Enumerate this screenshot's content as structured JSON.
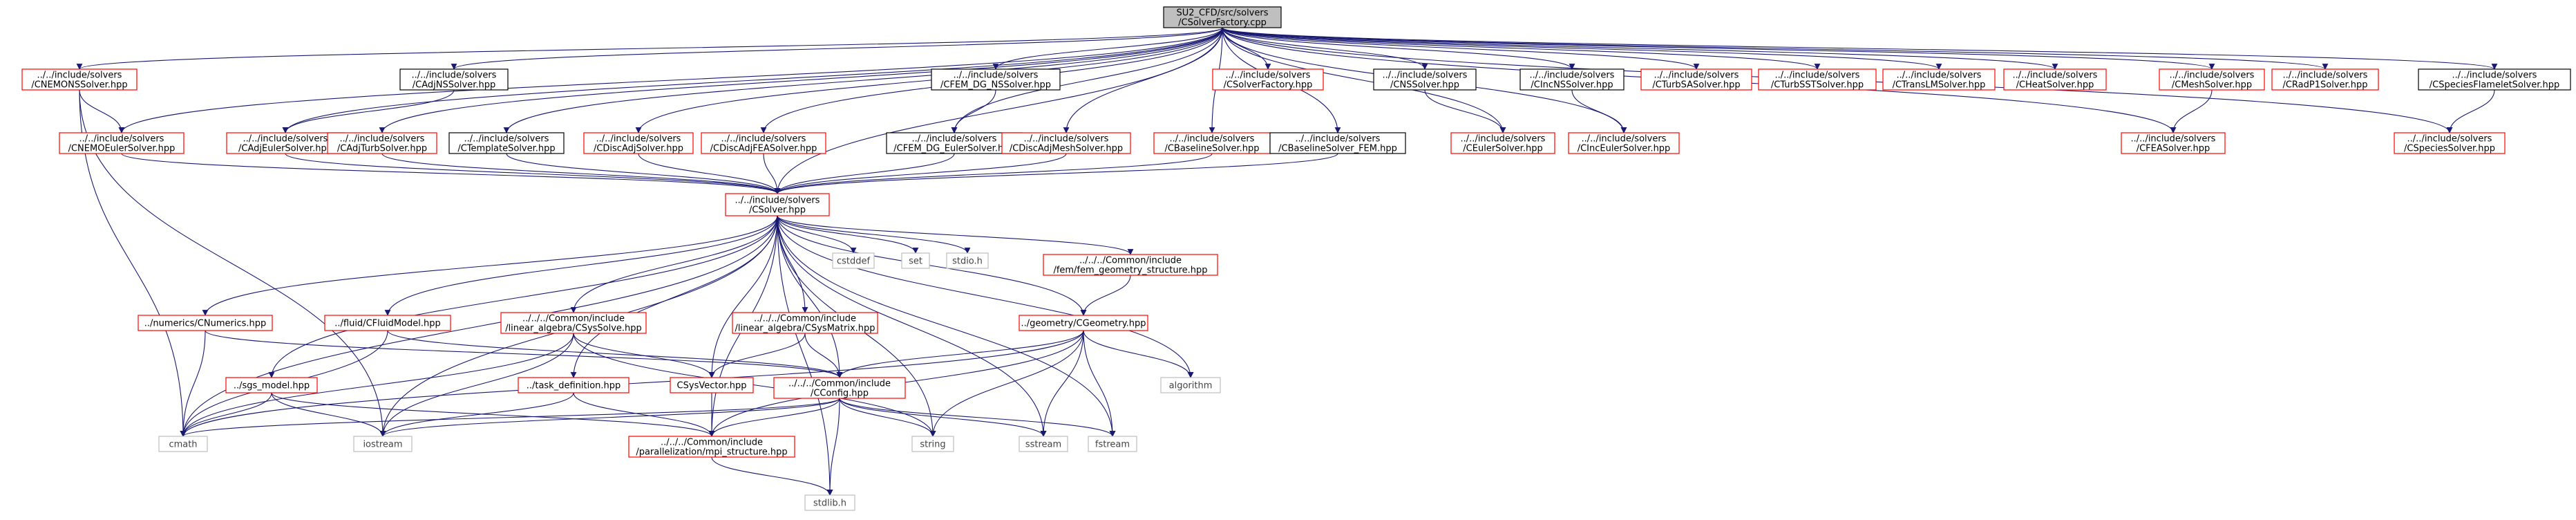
{
  "diagram": {
    "type": "include-dependency-graph",
    "edge_color": "#191970",
    "root_fill": "#bfbfbf",
    "red_border": "#ff0000",
    "nodes": [
      {
        "id": "root",
        "lines": [
          "SU2_CFD/src/solvers",
          "/CSolverFactory.cpp"
        ],
        "style": "root"
      },
      {
        "id": "nemons",
        "lines": [
          "../../include/solvers",
          "/CNEMONSSolver.hpp"
        ],
        "style": "red"
      },
      {
        "id": "adjns",
        "lines": [
          "../../include/solvers",
          "/CAdjNSSolver.hpp"
        ],
        "style": "plain"
      },
      {
        "id": "femns",
        "lines": [
          "../../include/solvers",
          "/CFEM_DG_NSSolver.hpp"
        ],
        "style": "plain"
      },
      {
        "id": "solverfactory",
        "lines": [
          "../../include/solvers",
          "/CSolverFactory.hpp"
        ],
        "style": "red"
      },
      {
        "id": "nss",
        "lines": [
          "../../include/solvers",
          "/CNSSolver.hpp"
        ],
        "style": "plain"
      },
      {
        "id": "incns",
        "lines": [
          "../../include/solvers",
          "/CIncNSSolver.hpp"
        ],
        "style": "plain"
      },
      {
        "id": "turbsa",
        "lines": [
          "../../include/solvers",
          "/CTurbSASolver.hpp"
        ],
        "style": "red"
      },
      {
        "id": "turbsst",
        "lines": [
          "../../include/solvers",
          "/CTurbSSTSolver.hpp"
        ],
        "style": "red"
      },
      {
        "id": "translm",
        "lines": [
          "../../include/solvers",
          "/CTransLMSolver.hpp"
        ],
        "style": "red"
      },
      {
        "id": "heat",
        "lines": [
          "../../include/solvers",
          "/CHeatSolver.hpp"
        ],
        "style": "red"
      },
      {
        "id": "mesh",
        "lines": [
          "../../include/solvers",
          "/CMeshSolver.hpp"
        ],
        "style": "red"
      },
      {
        "id": "radp1",
        "lines": [
          "../../include/solvers",
          "/CRadP1Solver.hpp"
        ],
        "style": "red"
      },
      {
        "id": "flamelet",
        "lines": [
          "../../include/solvers",
          "/CSpeciesFlameletSolver.hpp"
        ],
        "style": "plain"
      },
      {
        "id": "nemoeuler",
        "lines": [
          "../../include/solvers",
          "/CNEMOEulerSolver.hpp"
        ],
        "style": "red"
      },
      {
        "id": "adjeuler",
        "lines": [
          "../../include/solvers",
          "/CAdjEulerSolver.hpp"
        ],
        "style": "red"
      },
      {
        "id": "adjturb",
        "lines": [
          "../../include/solvers",
          "/CAdjTurbSolver.hpp"
        ],
        "style": "red"
      },
      {
        "id": "template",
        "lines": [
          "../../include/solvers",
          "/CTemplateSolver.hpp"
        ],
        "style": "plain"
      },
      {
        "id": "discadj",
        "lines": [
          "../../include/solvers",
          "/CDiscAdjSolver.hpp"
        ],
        "style": "red"
      },
      {
        "id": "discadjfea",
        "lines": [
          "../../include/solvers",
          "/CDiscAdjFEASolver.hpp"
        ],
        "style": "red"
      },
      {
        "id": "femeuler",
        "lines": [
          "../../include/solvers",
          "/CFEM_DG_EulerSolver.hpp"
        ],
        "style": "plain"
      },
      {
        "id": "discadjmesh",
        "lines": [
          "../../include/solvers",
          "/CDiscAdjMeshSolver.hpp"
        ],
        "style": "red"
      },
      {
        "id": "baseline",
        "lines": [
          "../../include/solvers",
          "/CBaselineSolver.hpp"
        ],
        "style": "red"
      },
      {
        "id": "baselinefem",
        "lines": [
          "../../include/solvers",
          "/CBaselineSolver_FEM.hpp"
        ],
        "style": "plain"
      },
      {
        "id": "euler",
        "lines": [
          "../../include/solvers",
          "/CEulerSolver.hpp"
        ],
        "style": "red"
      },
      {
        "id": "inceuler",
        "lines": [
          "../../include/solvers",
          "/CIncEulerSolver.hpp"
        ],
        "style": "red"
      },
      {
        "id": "fea",
        "lines": [
          "../../include/solvers",
          "/CFEASolver.hpp"
        ],
        "style": "red"
      },
      {
        "id": "species",
        "lines": [
          "../../include/solvers",
          "/CSpeciesSolver.hpp"
        ],
        "style": "red"
      },
      {
        "id": "csolver",
        "lines": [
          "../../include/solvers",
          "/CSolver.hpp"
        ],
        "style": "red"
      },
      {
        "id": "cstddef",
        "lines": [
          "cstddef"
        ],
        "style": "gray"
      },
      {
        "id": "set",
        "lines": [
          "set"
        ],
        "style": "gray"
      },
      {
        "id": "stdio",
        "lines": [
          "stdio.h"
        ],
        "style": "gray"
      },
      {
        "id": "femgeom",
        "lines": [
          "../../../Common/include",
          "/fem/fem_geometry_structure.hpp"
        ],
        "style": "red"
      },
      {
        "id": "cnumerics",
        "lines": [
          "../numerics/CNumerics.hpp"
        ],
        "style": "red"
      },
      {
        "id": "cfluid",
        "lines": [
          "../fluid/CFluidModel.hpp"
        ],
        "style": "red"
      },
      {
        "id": "csyssolve",
        "lines": [
          "../../../Common/include",
          "/linear_algebra/CSysSolve.hpp"
        ],
        "style": "red"
      },
      {
        "id": "csysmatrix",
        "lines": [
          "../../../Common/include",
          "/linear_algebra/CSysMatrix.hpp"
        ],
        "style": "red"
      },
      {
        "id": "cgeometry",
        "lines": [
          "../geometry/CGeometry.hpp"
        ],
        "style": "red"
      },
      {
        "id": "sgs",
        "lines": [
          "../sgs_model.hpp"
        ],
        "style": "red"
      },
      {
        "id": "taskdef",
        "lines": [
          "../task_definition.hpp"
        ],
        "style": "red"
      },
      {
        "id": "csysvector",
        "lines": [
          "CSysVector.hpp"
        ],
        "style": "red"
      },
      {
        "id": "cconfig",
        "lines": [
          "../../../Common/include",
          "/CConfig.hpp"
        ],
        "style": "red"
      },
      {
        "id": "algorithm",
        "lines": [
          "algorithm"
        ],
        "style": "gray"
      },
      {
        "id": "cmath",
        "lines": [
          "cmath"
        ],
        "style": "gray"
      },
      {
        "id": "iostream",
        "lines": [
          "iostream"
        ],
        "style": "gray"
      },
      {
        "id": "mpi",
        "lines": [
          "../../../Common/include",
          "/parallelization/mpi_structure.hpp"
        ],
        "style": "red"
      },
      {
        "id": "string",
        "lines": [
          "string"
        ],
        "style": "gray"
      },
      {
        "id": "sstream",
        "lines": [
          "sstream"
        ],
        "style": "gray"
      },
      {
        "id": "fstream",
        "lines": [
          "fstream"
        ],
        "style": "gray"
      },
      {
        "id": "stdlib",
        "lines": [
          "stdlib.h"
        ],
        "style": "gray"
      }
    ],
    "edges": [
      [
        "root",
        "nemons"
      ],
      [
        "root",
        "nemoeuler"
      ],
      [
        "root",
        "adjns"
      ],
      [
        "root",
        "adjeuler"
      ],
      [
        "root",
        "adjturb"
      ],
      [
        "root",
        "template"
      ],
      [
        "root",
        "discadj"
      ],
      [
        "root",
        "discadjfea"
      ],
      [
        "root",
        "femns"
      ],
      [
        "root",
        "femeuler"
      ],
      [
        "root",
        "discadjmesh"
      ],
      [
        "root",
        "baseline"
      ],
      [
        "root",
        "baselinefem"
      ],
      [
        "root",
        "solverfactory"
      ],
      [
        "root",
        "nss"
      ],
      [
        "root",
        "euler"
      ],
      [
        "root",
        "incns"
      ],
      [
        "root",
        "inceuler"
      ],
      [
        "root",
        "turbsa"
      ],
      [
        "root",
        "turbsst"
      ],
      [
        "root",
        "translm"
      ],
      [
        "root",
        "heat"
      ],
      [
        "root",
        "mesh"
      ],
      [
        "root",
        "fea"
      ],
      [
        "root",
        "radp1"
      ],
      [
        "root",
        "flamelet"
      ],
      [
        "root",
        "species"
      ],
      [
        "root",
        "csolver"
      ],
      [
        "nemons",
        "nemoeuler"
      ],
      [
        "nemons",
        "cmath"
      ],
      [
        "nemons",
        "iostream"
      ],
      [
        "adjns",
        "adjeuler"
      ],
      [
        "femns",
        "femeuler"
      ],
      [
        "nss",
        "euler"
      ],
      [
        "incns",
        "inceuler"
      ],
      [
        "mesh",
        "fea"
      ],
      [
        "flamelet",
        "species"
      ],
      [
        "nemoeuler",
        "csolver"
      ],
      [
        "adjeuler",
        "csolver"
      ],
      [
        "adjturb",
        "csolver"
      ],
      [
        "template",
        "csolver"
      ],
      [
        "discadj",
        "csolver"
      ],
      [
        "discadjfea",
        "csolver"
      ],
      [
        "femeuler",
        "csolver"
      ],
      [
        "discadjmesh",
        "csolver"
      ],
      [
        "baseline",
        "csolver"
      ],
      [
        "baselinefem",
        "csolver"
      ],
      [
        "csolver",
        "cstddef"
      ],
      [
        "csolver",
        "set"
      ],
      [
        "csolver",
        "stdio"
      ],
      [
        "csolver",
        "femgeom"
      ],
      [
        "csolver",
        "cnumerics"
      ],
      [
        "csolver",
        "cfluid"
      ],
      [
        "csolver",
        "csyssolve"
      ],
      [
        "csolver",
        "csysmatrix"
      ],
      [
        "csolver",
        "cgeometry"
      ],
      [
        "csolver",
        "sgs"
      ],
      [
        "csolver",
        "taskdef"
      ],
      [
        "csolver",
        "csysvector"
      ],
      [
        "csolver",
        "cconfig"
      ],
      [
        "csolver",
        "algorithm"
      ],
      [
        "csolver",
        "cmath"
      ],
      [
        "csolver",
        "iostream"
      ],
      [
        "csolver",
        "mpi"
      ],
      [
        "csolver",
        "string"
      ],
      [
        "csolver",
        "sstream"
      ],
      [
        "csolver",
        "fstream"
      ],
      [
        "csolver",
        "stdlib"
      ],
      [
        "femgeom",
        "cgeometry"
      ],
      [
        "cnumerics",
        "cmath"
      ],
      [
        "cnumerics",
        "cconfig"
      ],
      [
        "cfluid",
        "cmath"
      ],
      [
        "cfluid",
        "cconfig"
      ],
      [
        "csyssolve",
        "cmath"
      ],
      [
        "csyssolve",
        "csysvector"
      ],
      [
        "csyssolve",
        "iostream"
      ],
      [
        "csyssolve",
        "string"
      ],
      [
        "csysmatrix",
        "csysvector"
      ],
      [
        "csysmatrix",
        "cconfig"
      ],
      [
        "cgeometry",
        "cconfig"
      ],
      [
        "cgeometry",
        "algorithm"
      ],
      [
        "cgeometry",
        "string"
      ],
      [
        "cgeometry",
        "sstream"
      ],
      [
        "cgeometry",
        "fstream"
      ],
      [
        "cgeometry",
        "cmath"
      ],
      [
        "cgeometry",
        "mpi"
      ],
      [
        "sgs",
        "cmath"
      ],
      [
        "sgs",
        "iostream"
      ],
      [
        "sgs",
        "mpi"
      ],
      [
        "taskdef",
        "iostream"
      ],
      [
        "taskdef",
        "mpi"
      ],
      [
        "csysvector",
        "mpi"
      ],
      [
        "cconfig",
        "cmath"
      ],
      [
        "cconfig",
        "iostream"
      ],
      [
        "cconfig",
        "mpi"
      ],
      [
        "cconfig",
        "string"
      ],
      [
        "cconfig",
        "sstream"
      ],
      [
        "cconfig",
        "fstream"
      ],
      [
        "cconfig",
        "stdlib"
      ],
      [
        "mpi",
        "stdlib"
      ]
    ]
  }
}
